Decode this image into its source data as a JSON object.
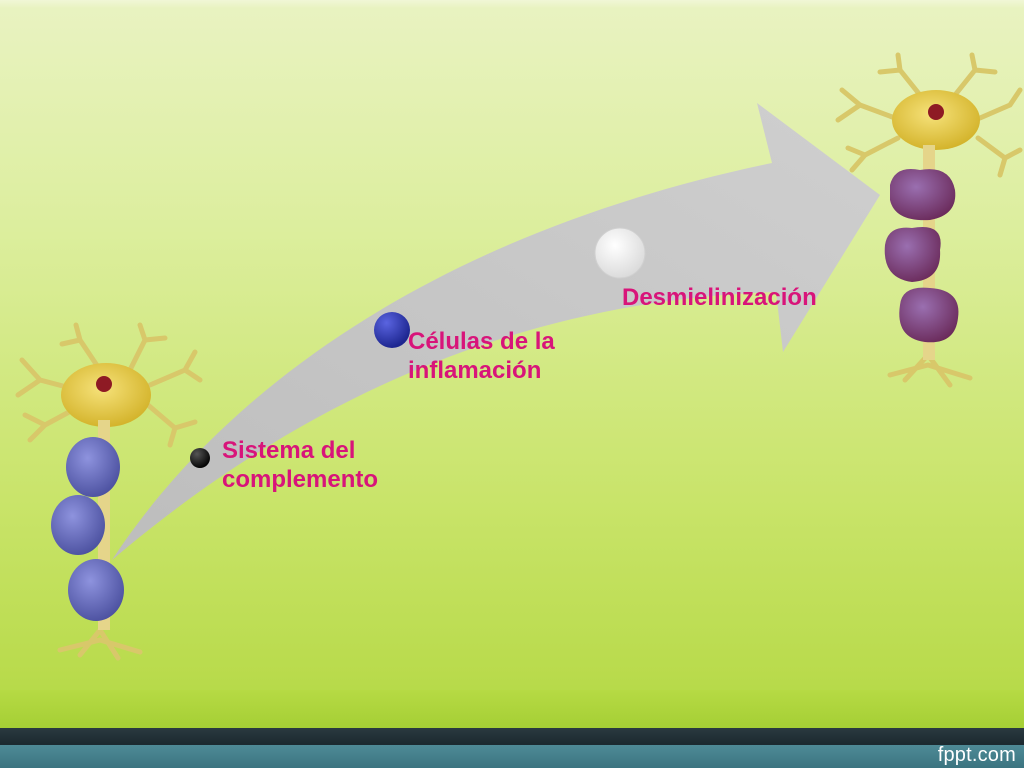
{
  "diagram": {
    "steps": [
      {
        "label": "Sistema del\ncomplemento",
        "marker": "black-dot-icon",
        "color": "#111111"
      },
      {
        "label": "Células de la\ninflamación",
        "marker": "blue-dot-icon",
        "color": "#2a32a6"
      },
      {
        "label": "Desmielinización",
        "marker": "white-dot-icon",
        "color": "#ffffff"
      }
    ],
    "arrow_color": "#c8c8c8",
    "text_color": "#d8147a"
  },
  "left_figure": {
    "icon": "healthy-neuron-icon"
  },
  "right_figure": {
    "icon": "demyelinated-neuron-icon"
  },
  "footer": {
    "brand": "fppt.com"
  }
}
